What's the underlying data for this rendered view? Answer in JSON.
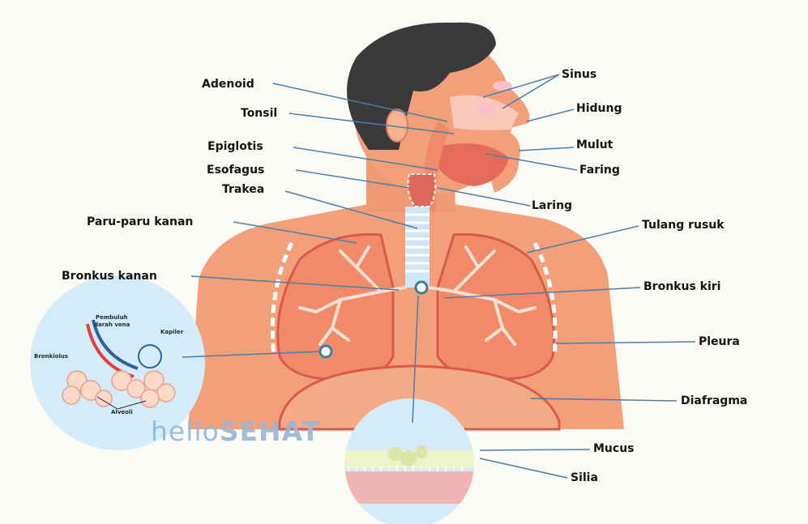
{
  "labels": {
    "adenoid": "Adenoid",
    "tonsil": "Tonsil",
    "epiglotis": "Epiglotis",
    "esofagus": "Esofagus",
    "trakea": "Trakea",
    "paru_kanan": "Paru-paru kanan",
    "bronkus_kanan": "Bronkus kanan",
    "sinus": "Sinus",
    "hidung": "Hidung",
    "mulut": "Mulut",
    "faring": "Faring",
    "laring": "Laring",
    "tulang_rusuk": "Tulang rusuk",
    "bronkus_kiri": "Bronkus kiri",
    "pleura": "Pleura",
    "diafragma": "Diafragma",
    "mucus": "Mucus",
    "silia": "Silia"
  },
  "inset": {
    "pembuluh": "Pembuluh",
    "darah_vena": "darah vena",
    "kapiler": "Kapiler",
    "bronkiolus": "Bronkiolus",
    "alveoli": "Alveoli"
  },
  "logo": {
    "part1": "hello",
    "part2": "SEHAT"
  },
  "colors": {
    "skin": "#f3a07a",
    "hair": "#3a3a3c",
    "lung": "#f08a68",
    "airway": "#cfe6f5",
    "leader_line": "#4a7fa8",
    "inset_bg": "#d4ecf8",
    "mucus": "#eef3c9",
    "tissue": "#f1b6b3"
  }
}
